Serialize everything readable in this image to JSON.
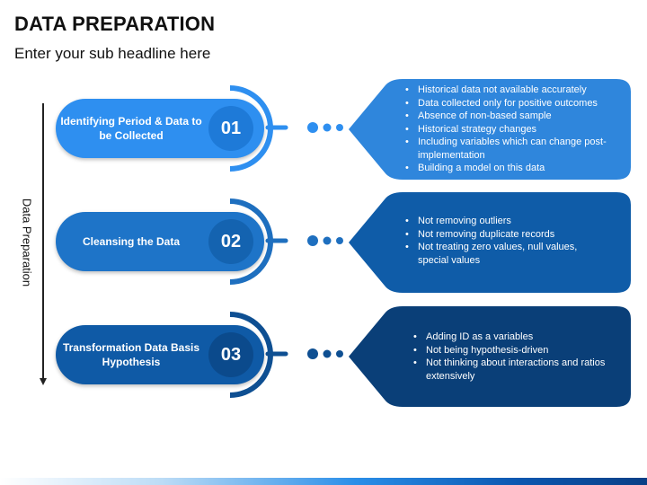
{
  "title": "DATA PREPARATION",
  "subtitle": "Enter your sub headline here",
  "side_label": "Data Preparation",
  "steps": [
    {
      "label": "Identifying Period & Data to be Collected",
      "number": "01",
      "pill_color": "#2e8ff0",
      "circle_color": "#1e7ad8",
      "arc_color": "#2e8ff0",
      "box_color": "#2f86dc",
      "bullets": [
        "Historical data not available accurately",
        "Data collected only for positive outcomes",
        "Absence of non-based sample",
        "Historical strategy changes",
        "Including variables which can change post-implementation",
        "Building a model on this data"
      ]
    },
    {
      "label": "Cleansing the Data",
      "number": "02",
      "pill_color": "#1e74c8",
      "circle_color": "#1463b0",
      "arc_color": "#1e6fbf",
      "box_color": "#0f5ca8",
      "bullets": [
        "Not removing outliers",
        "Not removing duplicate records",
        "Not treating zero values, null values, special values"
      ]
    },
    {
      "label": "Transformation Data Basis Hypothesis",
      "number": "03",
      "pill_color": "#0f5aa6",
      "circle_color": "#0b4a8c",
      "arc_color": "#0e4f92",
      "box_color": "#0a3f78",
      "bullets": [
        "Adding ID as a variables",
        "Not being hypothesis-driven",
        "Not thinking about interactions and ratios extensively"
      ]
    }
  ]
}
